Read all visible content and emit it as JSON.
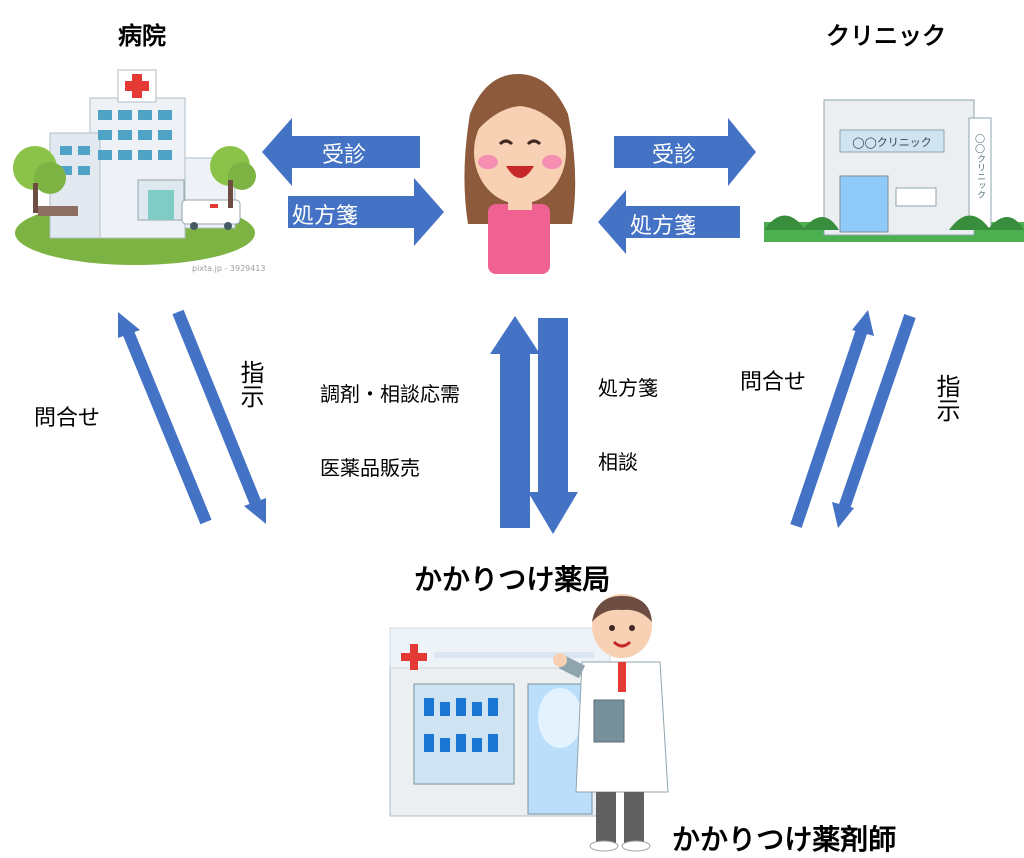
{
  "nodes": {
    "hospital": {
      "label": "病院",
      "watermark": "pixta.jp - 3929413"
    },
    "clinic": {
      "label": "クリニック",
      "sign": "◯◯クリニック",
      "side_sign": "◯◯クリニック"
    },
    "pharmacy": {
      "label": "かかりつけ薬局"
    },
    "pharmacist": {
      "label": "かかりつけ薬剤師"
    }
  },
  "arrows": {
    "hospital_consult": "受診",
    "hospital_prescription": "処方箋",
    "clinic_consult": "受診",
    "clinic_prescription": "処方箋"
  },
  "labels": {
    "hospital_inquiry": "問合せ",
    "hospital_instruction": "指示",
    "clinic_inquiry": "問合せ",
    "clinic_instruction": "指示",
    "dispensing": "調剤・相談応需",
    "sales": "医薬品販売",
    "prescription": "処方箋",
    "consultation": "相談"
  },
  "colors": {
    "arrow_blue": "#4472c4",
    "hospital_red": "#e53935",
    "grass_green": "#4caf50"
  }
}
